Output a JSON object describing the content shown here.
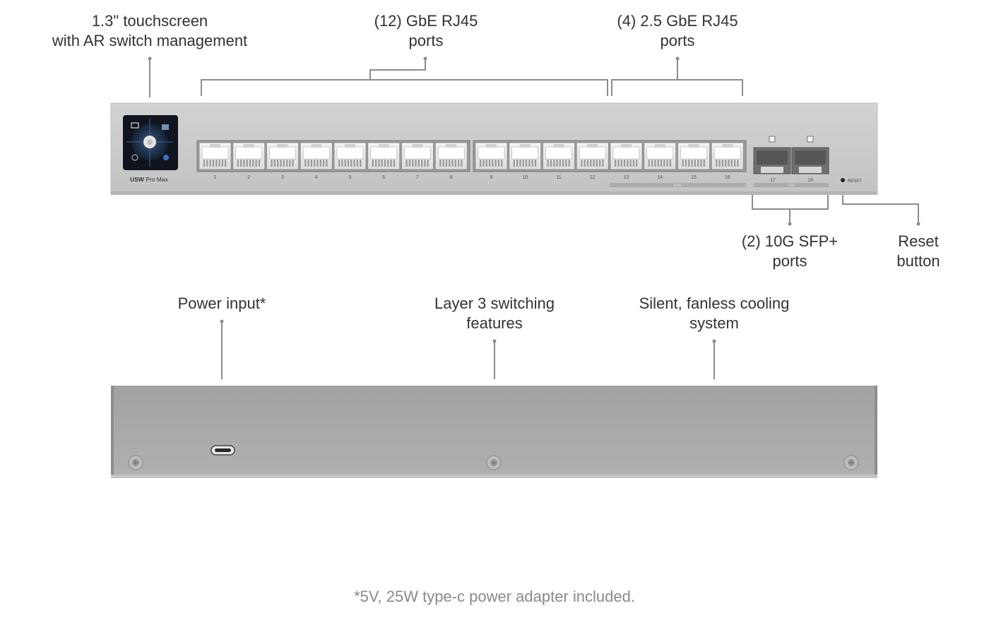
{
  "front_callouts": {
    "touchscreen": [
      "1.3\" touchscreen",
      "with AR switch management"
    ],
    "gbe_ports": [
      "(12) GbE RJ45",
      "ports"
    ],
    "ports_2_5g": [
      "(4) 2.5 GbE RJ45",
      "ports"
    ],
    "sfp_ports": [
      "(2) 10G SFP+",
      "ports"
    ],
    "reset": [
      "Reset",
      "button"
    ]
  },
  "back_callouts": {
    "power": [
      "Power input*"
    ],
    "layer3": [
      "Layer 3 switching",
      "features"
    ],
    "cooling": [
      "Silent, fanless cooling",
      "system"
    ]
  },
  "device": {
    "model_bold": "USW",
    "model_rest": " Pro Max",
    "reset_label": "RESET",
    "group_2_5g_label": "2.5G",
    "group_10g_label": "10G",
    "port_numbers": [
      "1",
      "2",
      "3",
      "4",
      "5",
      "6",
      "7",
      "8",
      "9",
      "10",
      "11",
      "12",
      "13",
      "14",
      "15",
      "16"
    ],
    "sfp_numbers": [
      "17",
      "18"
    ]
  },
  "footnote": "*5V, 25W type-c power adapter included.",
  "colors": {
    "chassis_front": "#c9c9c9",
    "chassis_back": "#a9a9a9",
    "line": "#8c8c8c",
    "text": "#333333",
    "footnote": "#8a8a8a"
  }
}
